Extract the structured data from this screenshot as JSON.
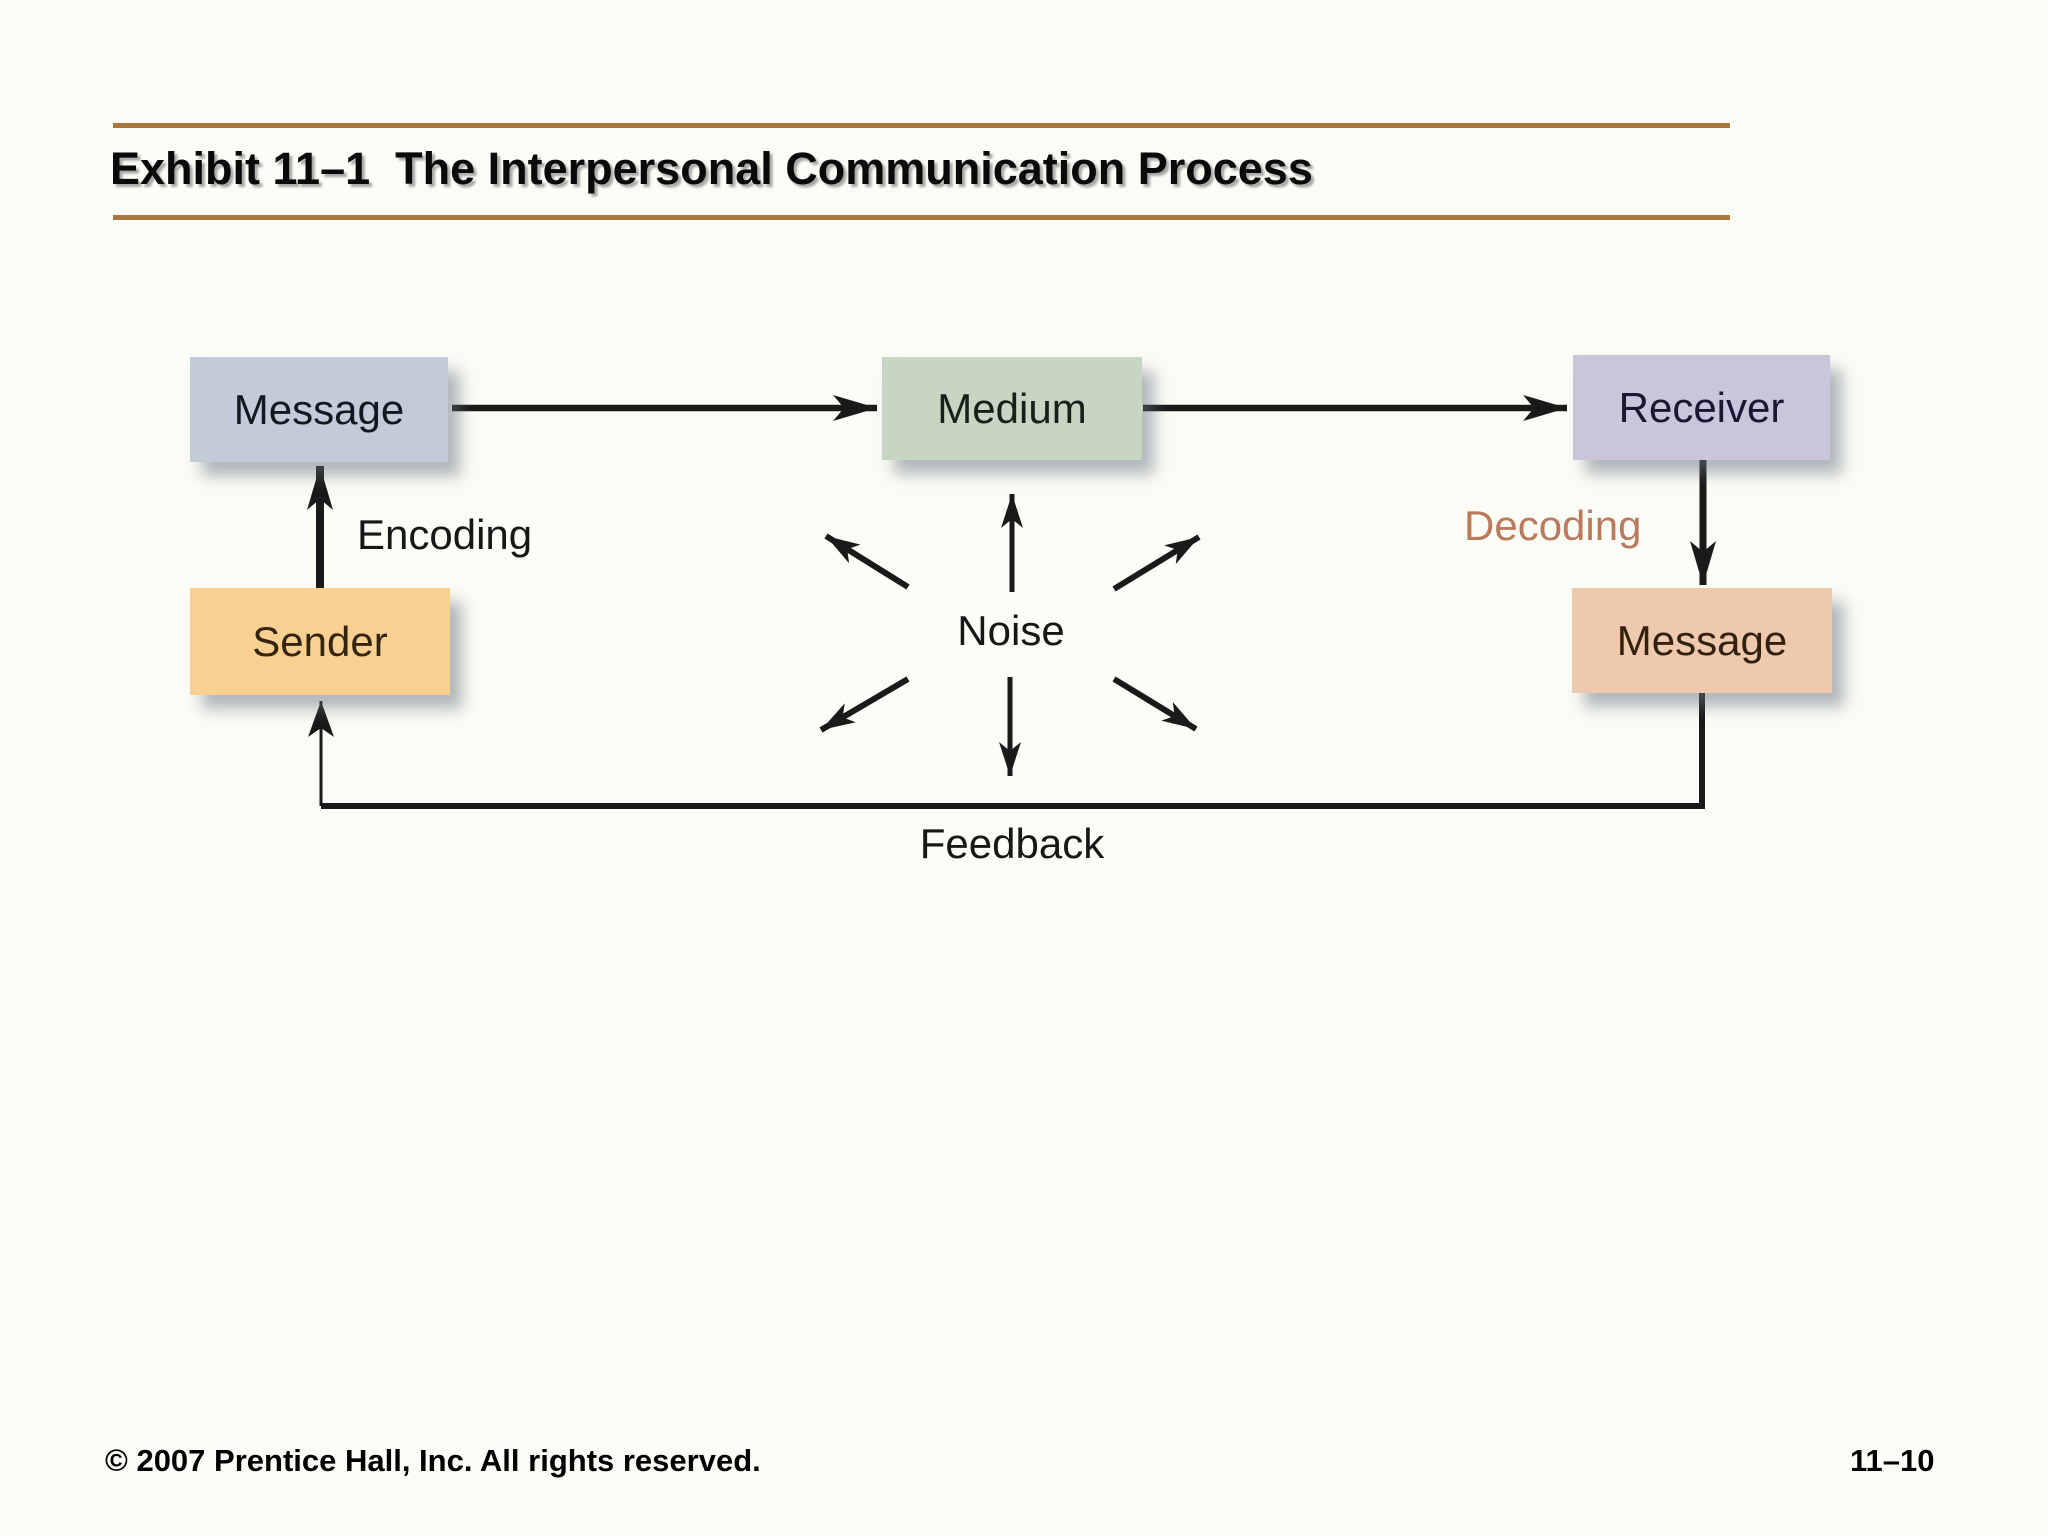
{
  "slide": {
    "title": "Exhibit 11–1  The Interpersonal Communication Process",
    "footer_left": "© 2007 Prentice Hall, Inc. All rights reserved.",
    "footer_right": "11–10",
    "accent_color": "#a9773e",
    "background_color": "#fbfcf5"
  },
  "diagram": {
    "boxes": [
      {
        "id": "message-top",
        "label": "Message",
        "fill": "#c2ccd8",
        "text_color": "#14181f"
      },
      {
        "id": "medium",
        "label": "Medium",
        "fill": "#c7d5c3",
        "text_color": "#17211a"
      },
      {
        "id": "receiver",
        "label": "Receiver",
        "fill": "#cbc5db",
        "text_color": "#1b1733"
      },
      {
        "id": "sender",
        "label": "Sender",
        "fill": "#f7d092",
        "text_color": "#352410"
      },
      {
        "id": "message-right",
        "label": "Message",
        "fill": "#eec9ae",
        "text_color": "#33210f"
      }
    ],
    "labels": {
      "encoding": "Encoding",
      "decoding": "Decoding",
      "noise": "Noise",
      "feedback": "Feedback",
      "decoding_color": "#b97a5e",
      "label_color": "#171717"
    },
    "arrow_color": "#1a1a1a",
    "flow": "Sender -(Encoding)-> Message -> Medium -> Receiver -(Decoding)-> Message -(Feedback)-> Sender; Noise radiates from center"
  }
}
